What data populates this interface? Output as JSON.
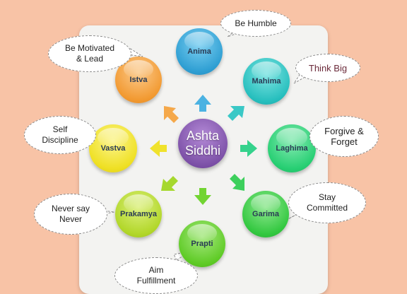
{
  "center": {
    "line1": "Ashta",
    "line2": "Siddhi"
  },
  "nodes": [
    {
      "key": "anima",
      "label": "Anima",
      "color": "#3aa8d8"
    },
    {
      "key": "mahima",
      "label": "Mahima",
      "color": "#2fc4c3"
    },
    {
      "key": "laghima",
      "label": "Laghima",
      "color": "#2fd37d"
    },
    {
      "key": "garima",
      "label": "Garima",
      "color": "#3dd04a"
    },
    {
      "key": "prapti",
      "label": "Prapti",
      "color": "#69d12e"
    },
    {
      "key": "prakamya",
      "label": "Prakamya",
      "color": "#b8dc2a"
    },
    {
      "key": "vastva",
      "label": "Vastva",
      "color": "#f3e62a"
    },
    {
      "key": "istva",
      "label": "Istva",
      "color": "#f5a23a"
    }
  ],
  "callouts": [
    {
      "key": "anima",
      "text": "Be Humble",
      "color": "#222222"
    },
    {
      "key": "mahima",
      "text": "Think Big",
      "color": "#6b2a3a"
    },
    {
      "key": "laghima",
      "text": "Forgive &\nForget",
      "color": "#222222"
    },
    {
      "key": "garima",
      "text": "Stay\nCommitted",
      "color": "#222222"
    },
    {
      "key": "prapti",
      "text": "Aim\nFulfillment",
      "color": "#222222"
    },
    {
      "key": "prakamya",
      "text": "Never say\nNever",
      "color": "#222222"
    },
    {
      "key": "vastva",
      "text": "Self\nDiscipline",
      "color": "#222222"
    },
    {
      "key": "istva",
      "text": "Be Motivated\n& Lead",
      "color": "#222222"
    }
  ]
}
